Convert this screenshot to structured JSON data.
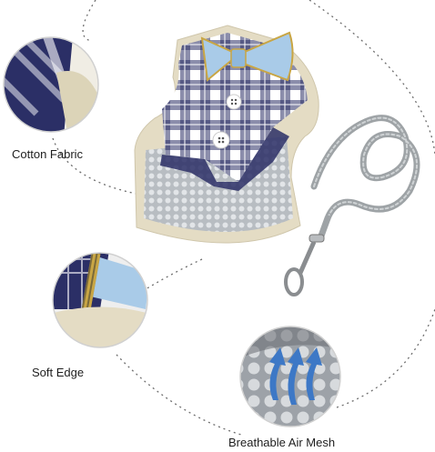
{
  "features": {
    "cotton_label": "Cotton Fabric",
    "edge_label": "Soft Edge",
    "mesh_label": "Breathable Air Mesh"
  },
  "colors": {
    "navy": "#2b2f66",
    "light_blue": "#a9cbe8",
    "mesh_gray": "#c9cdd1",
    "beige_trim": "#e4dcc4",
    "gold_stitch": "#c9a644",
    "arrow_blue": "#3d78c6"
  }
}
